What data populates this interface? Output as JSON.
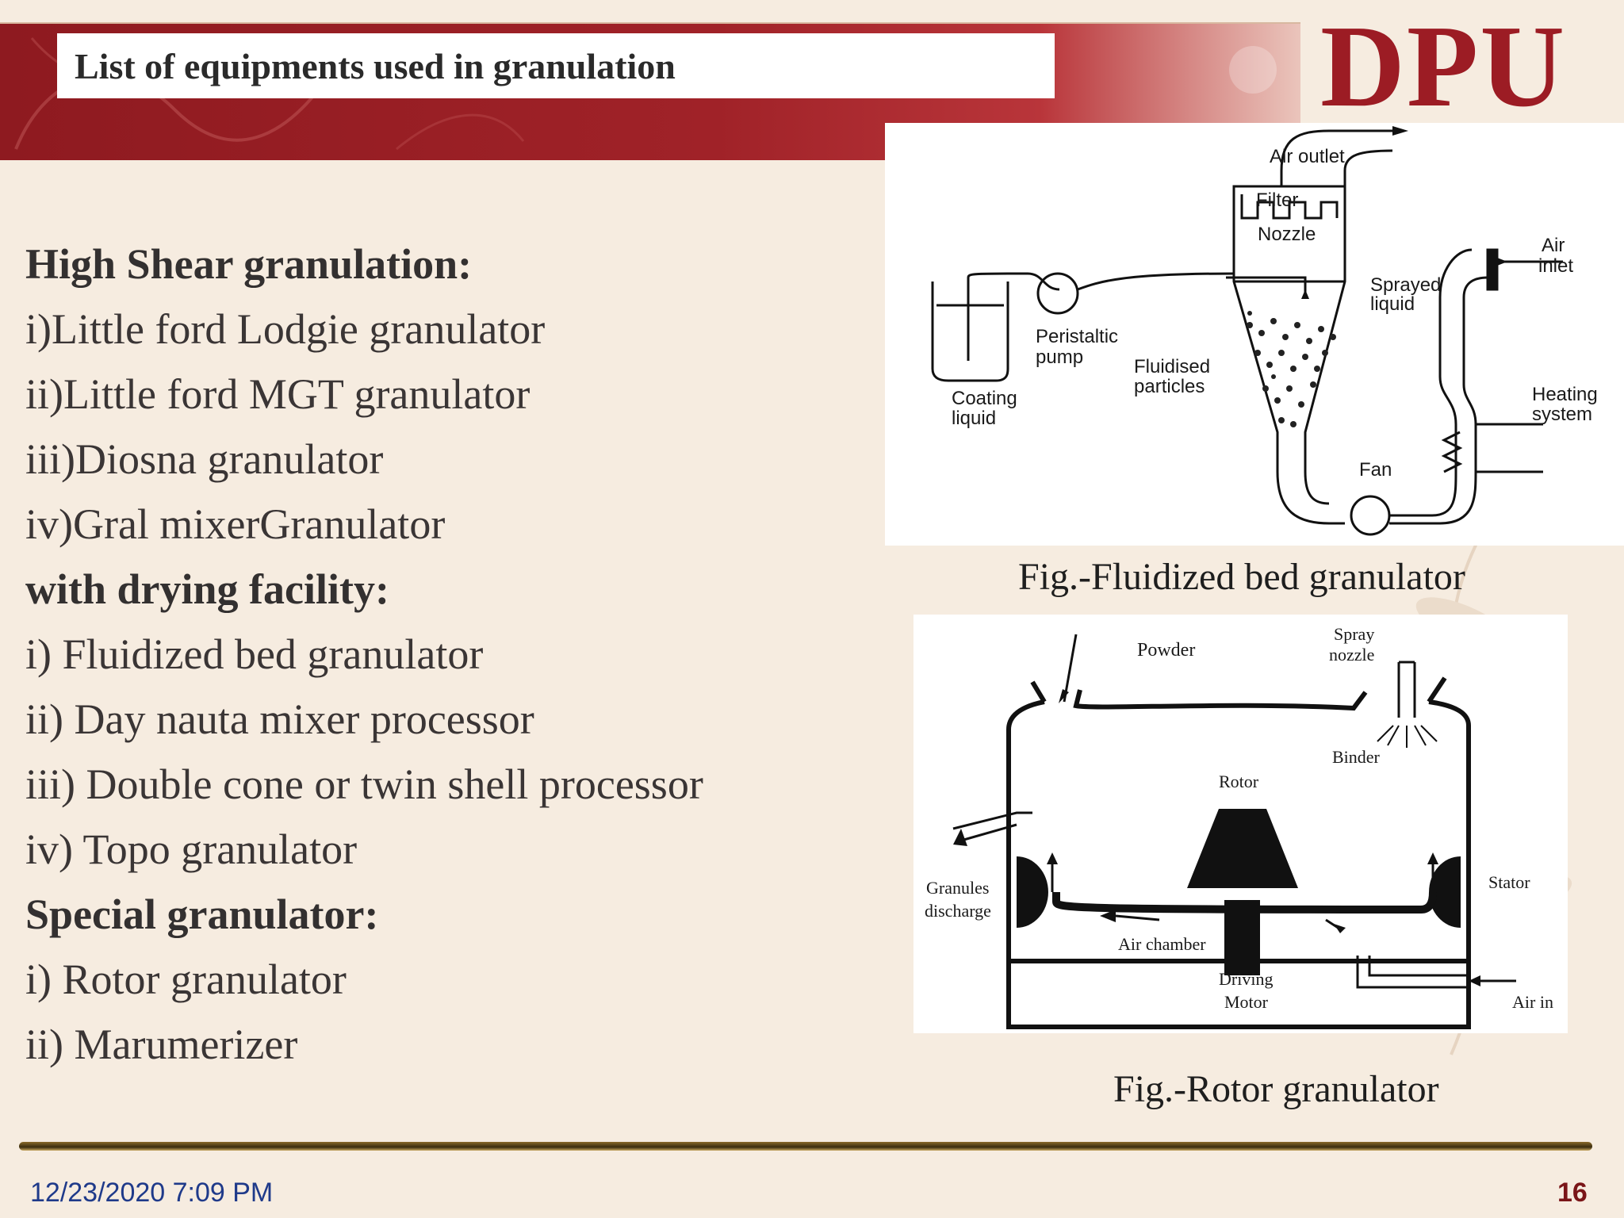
{
  "slide": {
    "title": "List of equipments used in granulation",
    "logo_text": "DPU",
    "footer_date": "12/23/2020 7:09 PM",
    "page_number": "16"
  },
  "list": [
    {
      "text": "High Shear granulation:",
      "heading": true
    },
    {
      "text": "i)Little ford Lodgie granulator",
      "heading": false
    },
    {
      "text": "ii)Little ford MGT granulator",
      "heading": false
    },
    {
      "text": "iii)Diosna granulator",
      "heading": false
    },
    {
      "text": "iv)Gral mixerGranulator",
      "heading": false
    },
    {
      "text": "with drying facility:",
      "heading": true
    },
    {
      "text": "i) Fluidized bed granulator",
      "heading": false
    },
    {
      "text": "ii) Day nauta mixer processor",
      "heading": false
    },
    {
      "text": "iii) Double cone or twin shell processor",
      "heading": false
    },
    {
      "text": "iv) Topo granulator",
      "heading": false
    },
    {
      "text": "Special granulator:",
      "heading": true
    },
    {
      "text": "i) Rotor granulator",
      "heading": false
    },
    {
      "text": "ii) Marumerizer",
      "heading": false
    }
  ],
  "figures": {
    "fluidized": {
      "caption": "Fig.-Fluidized bed granulator",
      "labels": {
        "air_outlet": "Air outlet",
        "filter": "Filter",
        "nozzle": "Nozzle",
        "air": "Air",
        "inlet": "inlet",
        "sprayed": "Sprayed",
        "liquid_s": "liquid",
        "peristaltic": "Peristaltic",
        "pump": "pump",
        "fluidised": "Fluidised",
        "particles": "particles",
        "coating": "Coating",
        "liquid_c": "liquid",
        "heating": "Heating",
        "system": "system",
        "fan": "Fan"
      }
    },
    "rotor": {
      "caption": "Fig.-Rotor granulator",
      "labels": {
        "powder": "Powder",
        "spray": "Spray",
        "nozzle": "nozzle",
        "binder": "Binder",
        "rotor": "Rotor",
        "stator": "Stator",
        "granules": "Granules",
        "discharge": "discharge",
        "air_chamber": "Air chamber",
        "driving": "Driving",
        "motor": "Motor",
        "air_in": "Air in"
      }
    }
  },
  "colors": {
    "banner": "#9e2027",
    "logo": "#9c1c24",
    "background": "#f6ece0",
    "footer_date": "#1f3a8a",
    "page_number": "#7a1518"
  }
}
